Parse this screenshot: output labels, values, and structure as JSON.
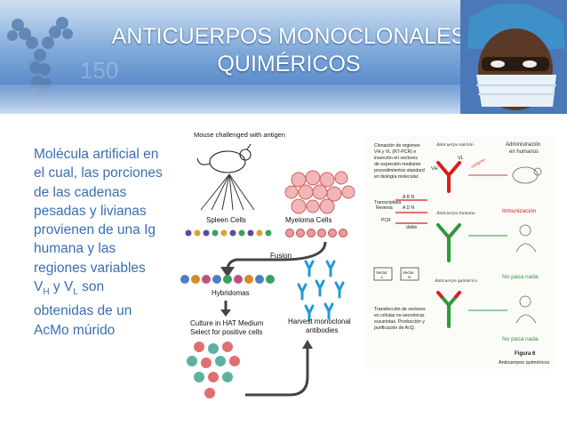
{
  "slide": {
    "title_line1": "ANTICUERPOS MONOCLONALES",
    "title_line2": "QUIMÉRICOS",
    "watermark": "150",
    "body": {
      "part1": "Molécula artificial en el cual, las porciones de las cadenas pesadas y livianas provienen de una Ig humana y las regiones variables V",
      "sub_h": "H",
      "and": " y V",
      "sub_l": "L",
      "part2": " son obtenidas de un AcMo múrido"
    }
  },
  "diagram": {
    "mouse_label": "Mouse challenged with antigen",
    "spleen_label": "Spleen Cells",
    "myeloma_label": "Myeloma Cells",
    "fusion_label": "Fusion",
    "hybridomas_label": "Hybridomas",
    "culture_line1": "Culture in HAT Medium",
    "culture_line2": "Select for positive cells",
    "harvest_line1": "Harvest monoclonal",
    "harvest_line2": "antibodies"
  },
  "figure6": {
    "intro_text": [
      "Clonación de regiones",
      "VH y VL (RT-PCR) e",
      "inserción en vectores",
      "de expresión mediante",
      "procedimientos standard",
      "en biología molecular."
    ],
    "murine_label": "Anticuerpo múrido",
    "human_label": "Anticuerpo humano",
    "chimeric_label": "Anticuerpo quimérico",
    "admin_label": [
      "Administración",
      "en humanos"
    ],
    "immunization_label": "Inmunización",
    "no_pasa_1": "No pasa nada",
    "no_pasa_2": "No pasa nada",
    "antigen_label": "antígeno",
    "vh": "VH",
    "vl": "VL",
    "transcriptasa": [
      "Transcriptasa",
      "Reversa"
    ],
    "arn": [
      "A R N",
      "A D N"
    ],
    "pcr": "PCR",
    "doble": "doble",
    "vector_l": [
      "Vector",
      "L"
    ],
    "vector_h": [
      "Vector",
      "H"
    ],
    "transfection_text": [
      "Transfección de vectores",
      "en células no-secretoras",
      "eucariotas. Producción y",
      "purificación de AcQ."
    ],
    "caption_title": "Figura 6",
    "caption_sub": "Anticuerpos quiméricos",
    "colors": {
      "red": "#d42020",
      "green": "#2f9a3a",
      "sky": "#3a8fd0"
    }
  }
}
